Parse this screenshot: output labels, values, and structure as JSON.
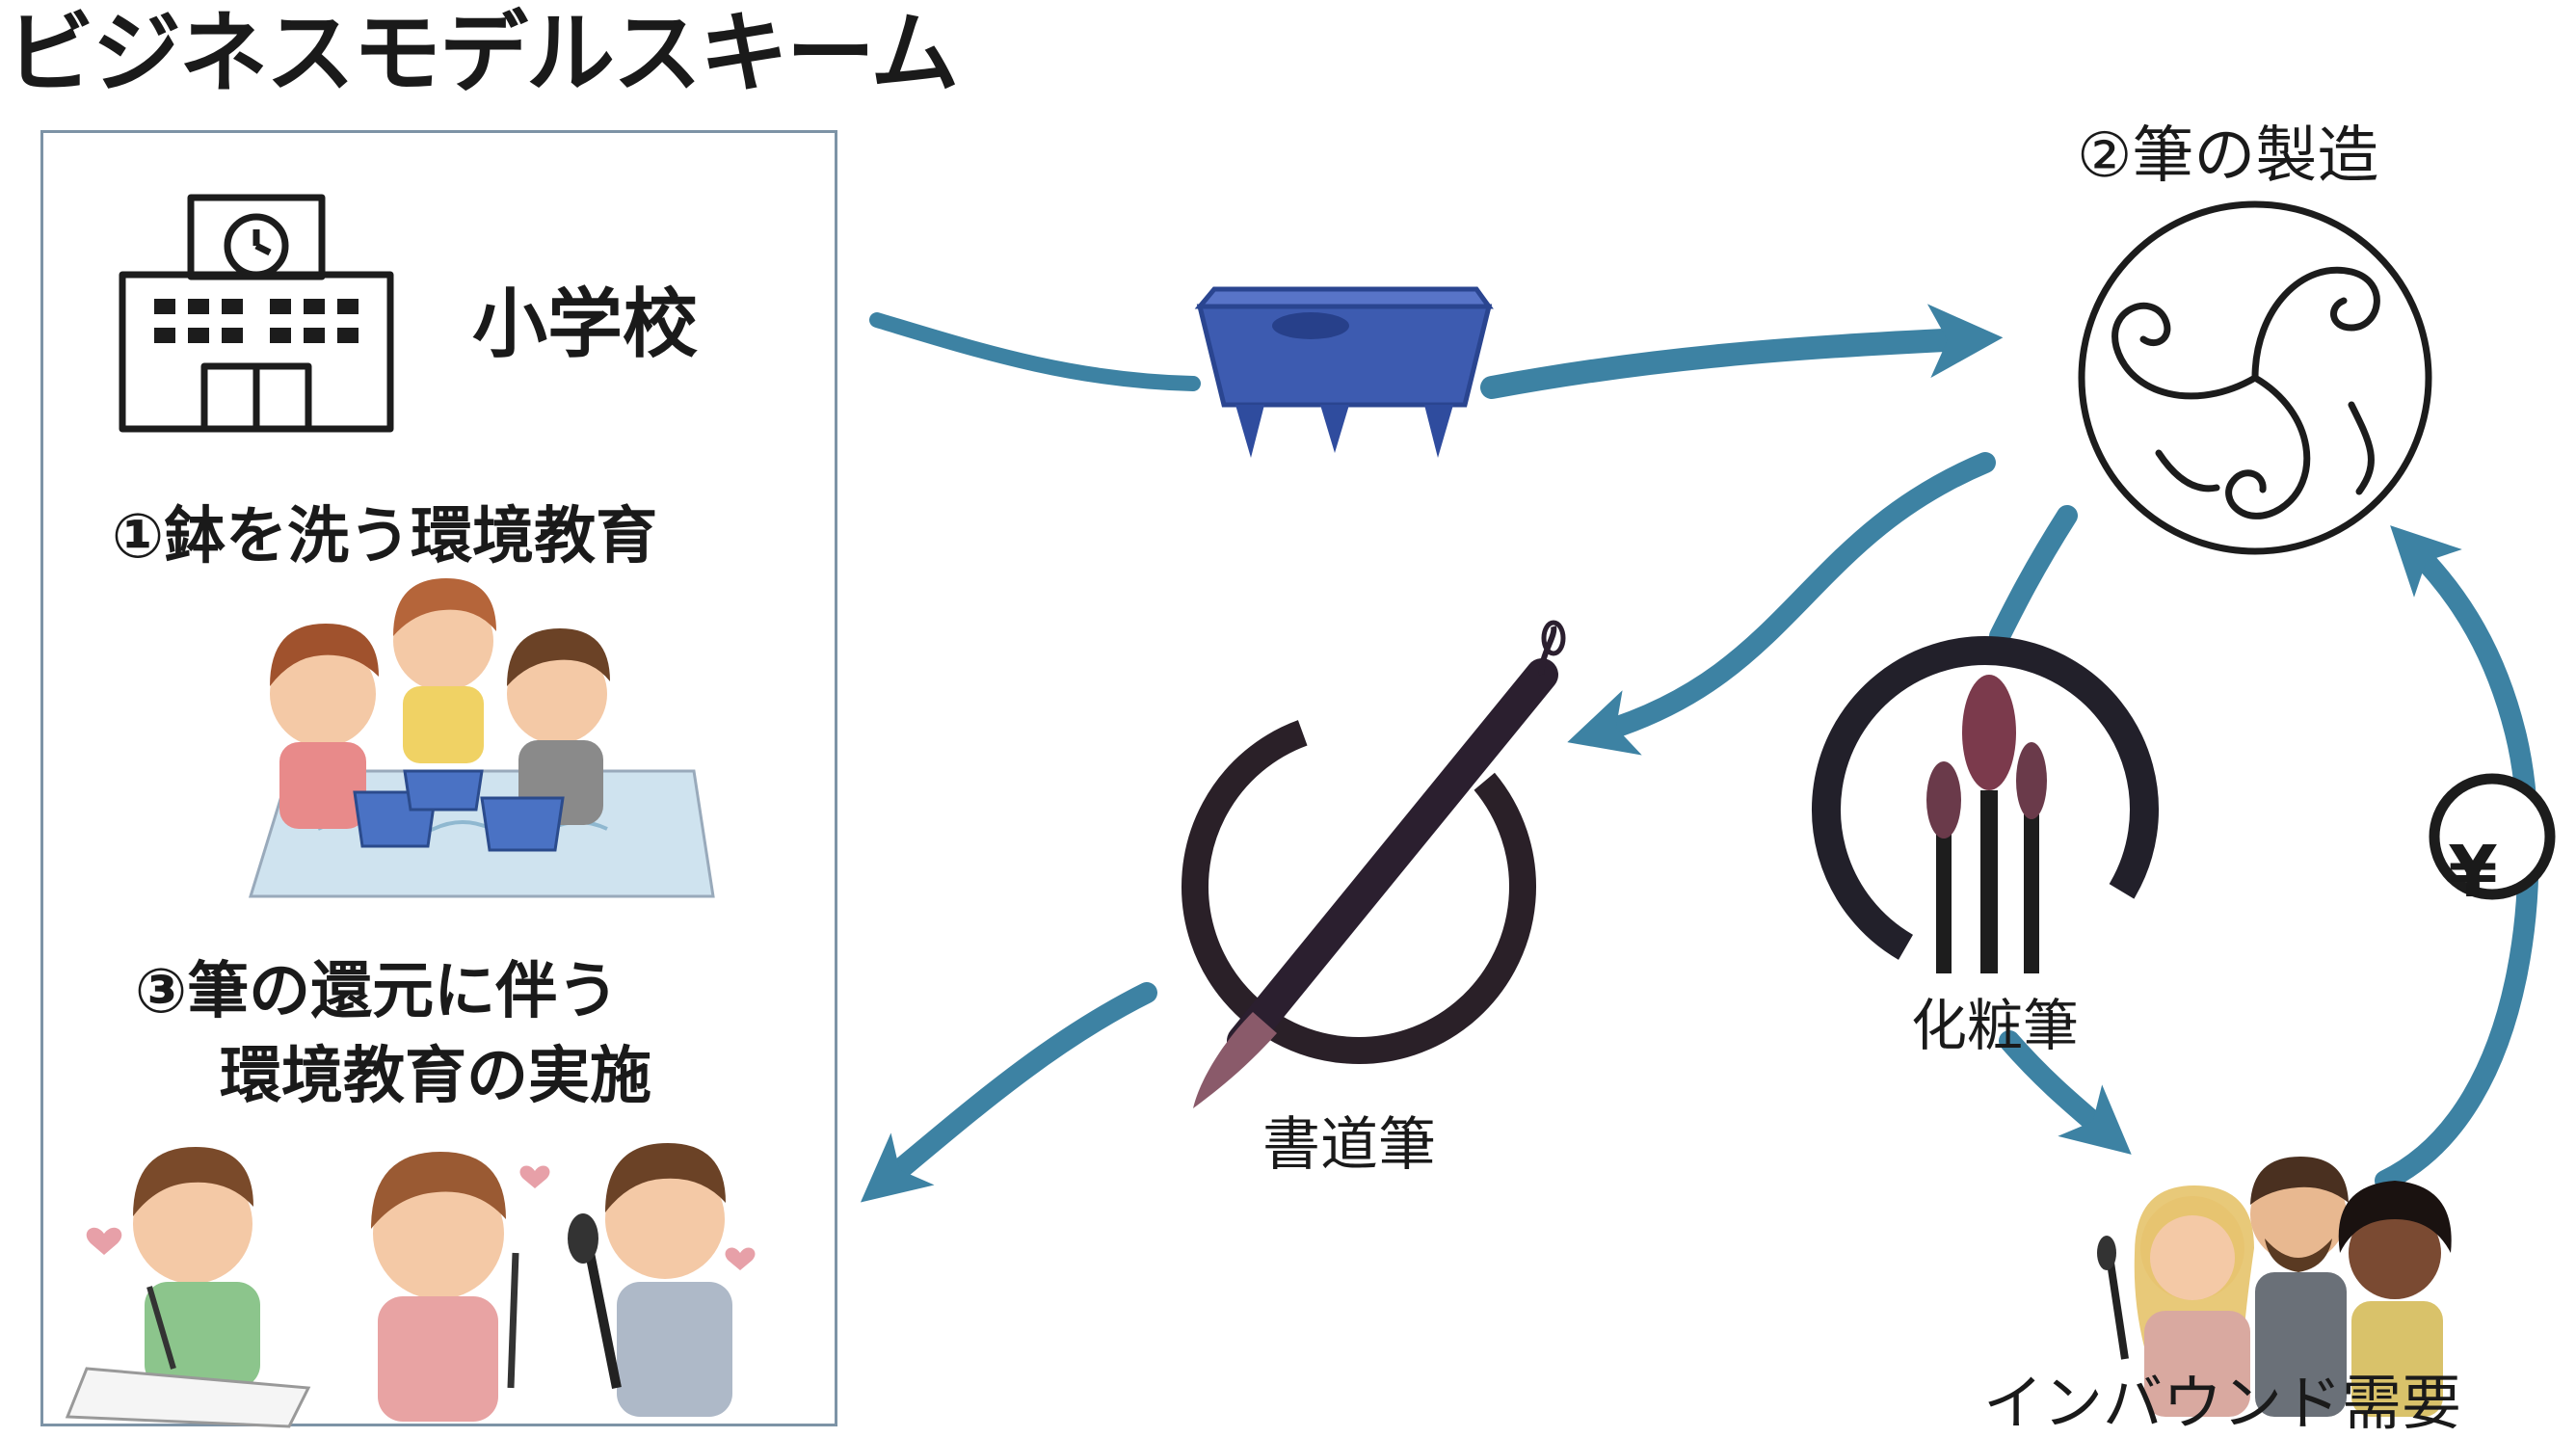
{
  "title": "ビジネスモデルスキーム",
  "school": {
    "name": "小学校",
    "education_1": "①鉢を洗う環境教育",
    "education_3_line1": "③筆の還元に伴う",
    "education_3_line2": "環境教育の実施"
  },
  "manufacturing": {
    "label": "②筆の製造"
  },
  "products": {
    "calligraphy_brush": "書道筆",
    "makeup_brush": "化粧筆"
  },
  "demand": {
    "label": "インバウンド需要"
  },
  "payment": {
    "symbol": "¥"
  },
  "colors": {
    "arrow": "#3d82a3",
    "ink": "#1c1c1c",
    "basin_blue": "#3d5bb0",
    "panel_border": "#7d93a6",
    "skin": "#f4c9a6",
    "hair_brown": "#7a4a2a"
  }
}
